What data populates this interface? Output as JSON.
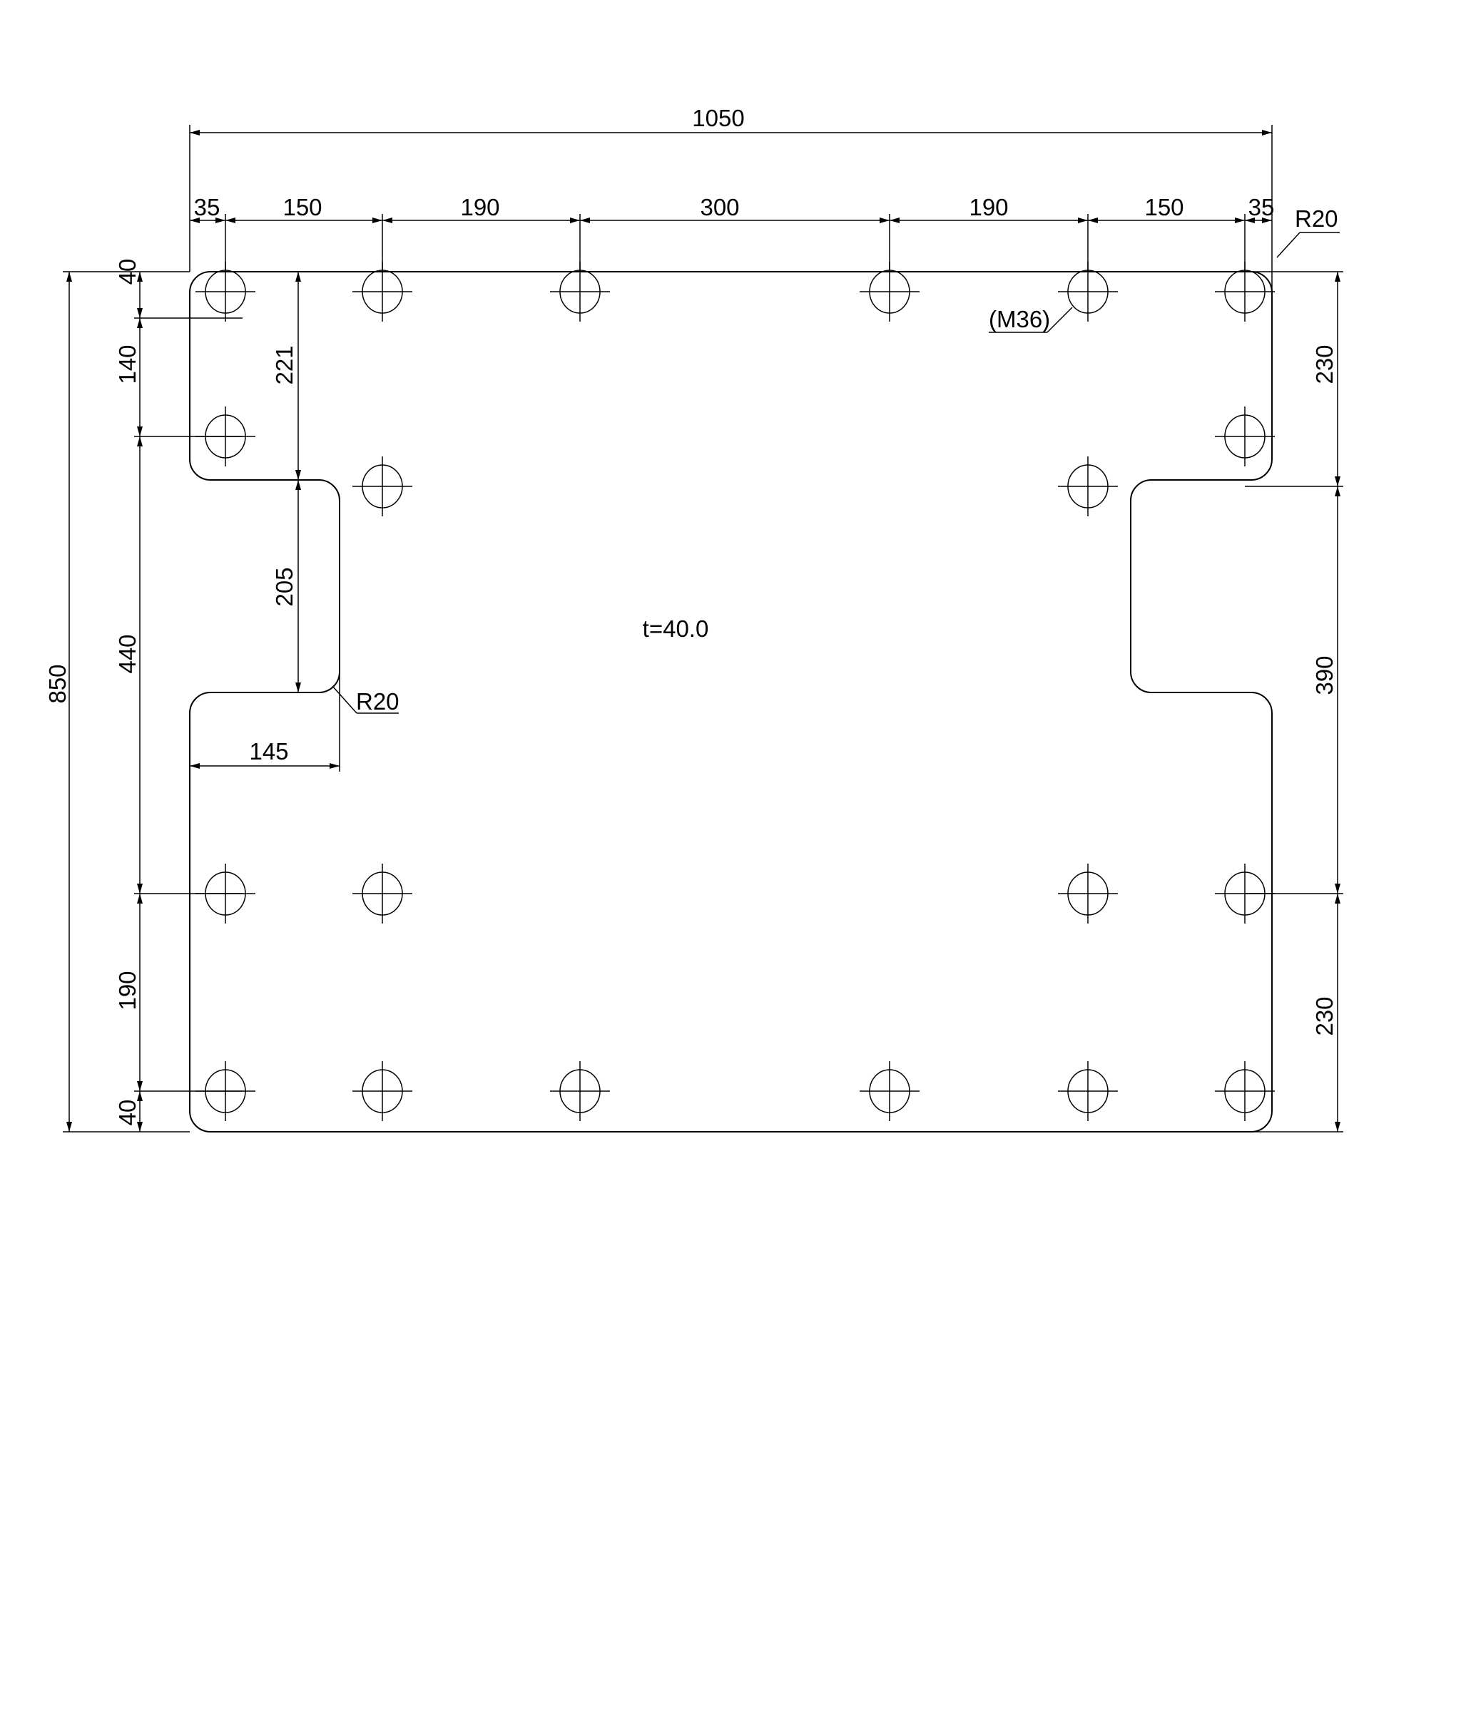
{
  "drawing": {
    "thickness_label": "t=40.0",
    "hole_note": "(M36)",
    "radius_top_right": "R20",
    "radius_notch": "R20",
    "top_dims": {
      "overall": "1050",
      "chain": [
        "35",
        "150",
        "190",
        "300",
        "190",
        "150",
        "35"
      ]
    },
    "left_dims": {
      "overall": "850",
      "chain": [
        "40",
        "140",
        "440",
        "190",
        "40"
      ],
      "notch_top": "221",
      "notch_height": "205",
      "notch_depth": "145"
    },
    "right_dims": [
      "230",
      "390",
      "230"
    ]
  }
}
